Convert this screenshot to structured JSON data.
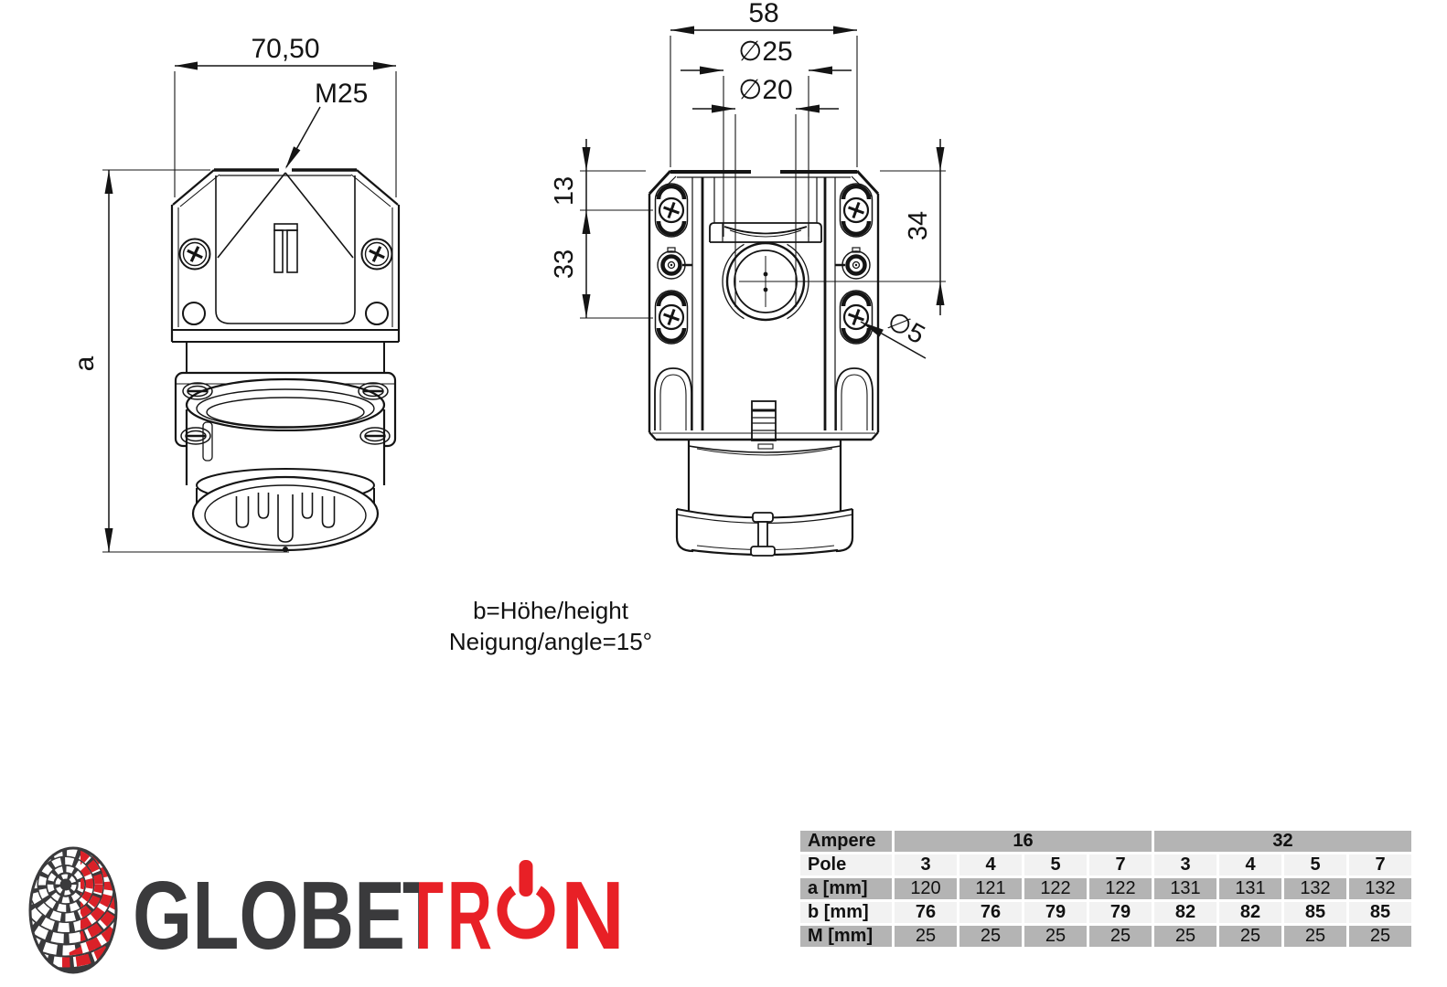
{
  "drawing": {
    "front": {
      "width_dim": "70,50",
      "thread_label": "M25",
      "height_dim": "a"
    },
    "rear": {
      "width_dim": "58",
      "gland_dia": "∅25",
      "entry_dia": "∅20",
      "top_offset": "13",
      "screw_spacing": "33",
      "center_offset": "34",
      "mount_hole_dia": "∅5"
    }
  },
  "notes": {
    "line1": "b=Höhe/height",
    "line2": "Neigung/angle=15°"
  },
  "logo": {
    "part_dark": "GLOBE",
    "part_t": "T",
    "part_r": "R",
    "part_n": "N"
  },
  "colors": {
    "logo_dark": "#3a3a3c",
    "logo_red": "#e82026",
    "table_gray": "#b4b4b4",
    "table_light": "#f2f2f2",
    "line": "#141414"
  },
  "table": {
    "corner_label": "Ampere",
    "groups": [
      "16",
      "32"
    ],
    "rows": [
      {
        "label": "Pole",
        "values": [
          "3",
          "4",
          "5",
          "7",
          "3",
          "4",
          "5",
          "7"
        ]
      },
      {
        "label": "a [mm]",
        "values": [
          "120",
          "121",
          "122",
          "122",
          "131",
          "131",
          "132",
          "132"
        ]
      },
      {
        "label": "b [mm]",
        "values": [
          "76",
          "76",
          "79",
          "79",
          "82",
          "82",
          "85",
          "85"
        ]
      },
      {
        "label": "M [mm]",
        "values": [
          "25",
          "25",
          "25",
          "25",
          "25",
          "25",
          "25",
          "25"
        ]
      }
    ]
  }
}
